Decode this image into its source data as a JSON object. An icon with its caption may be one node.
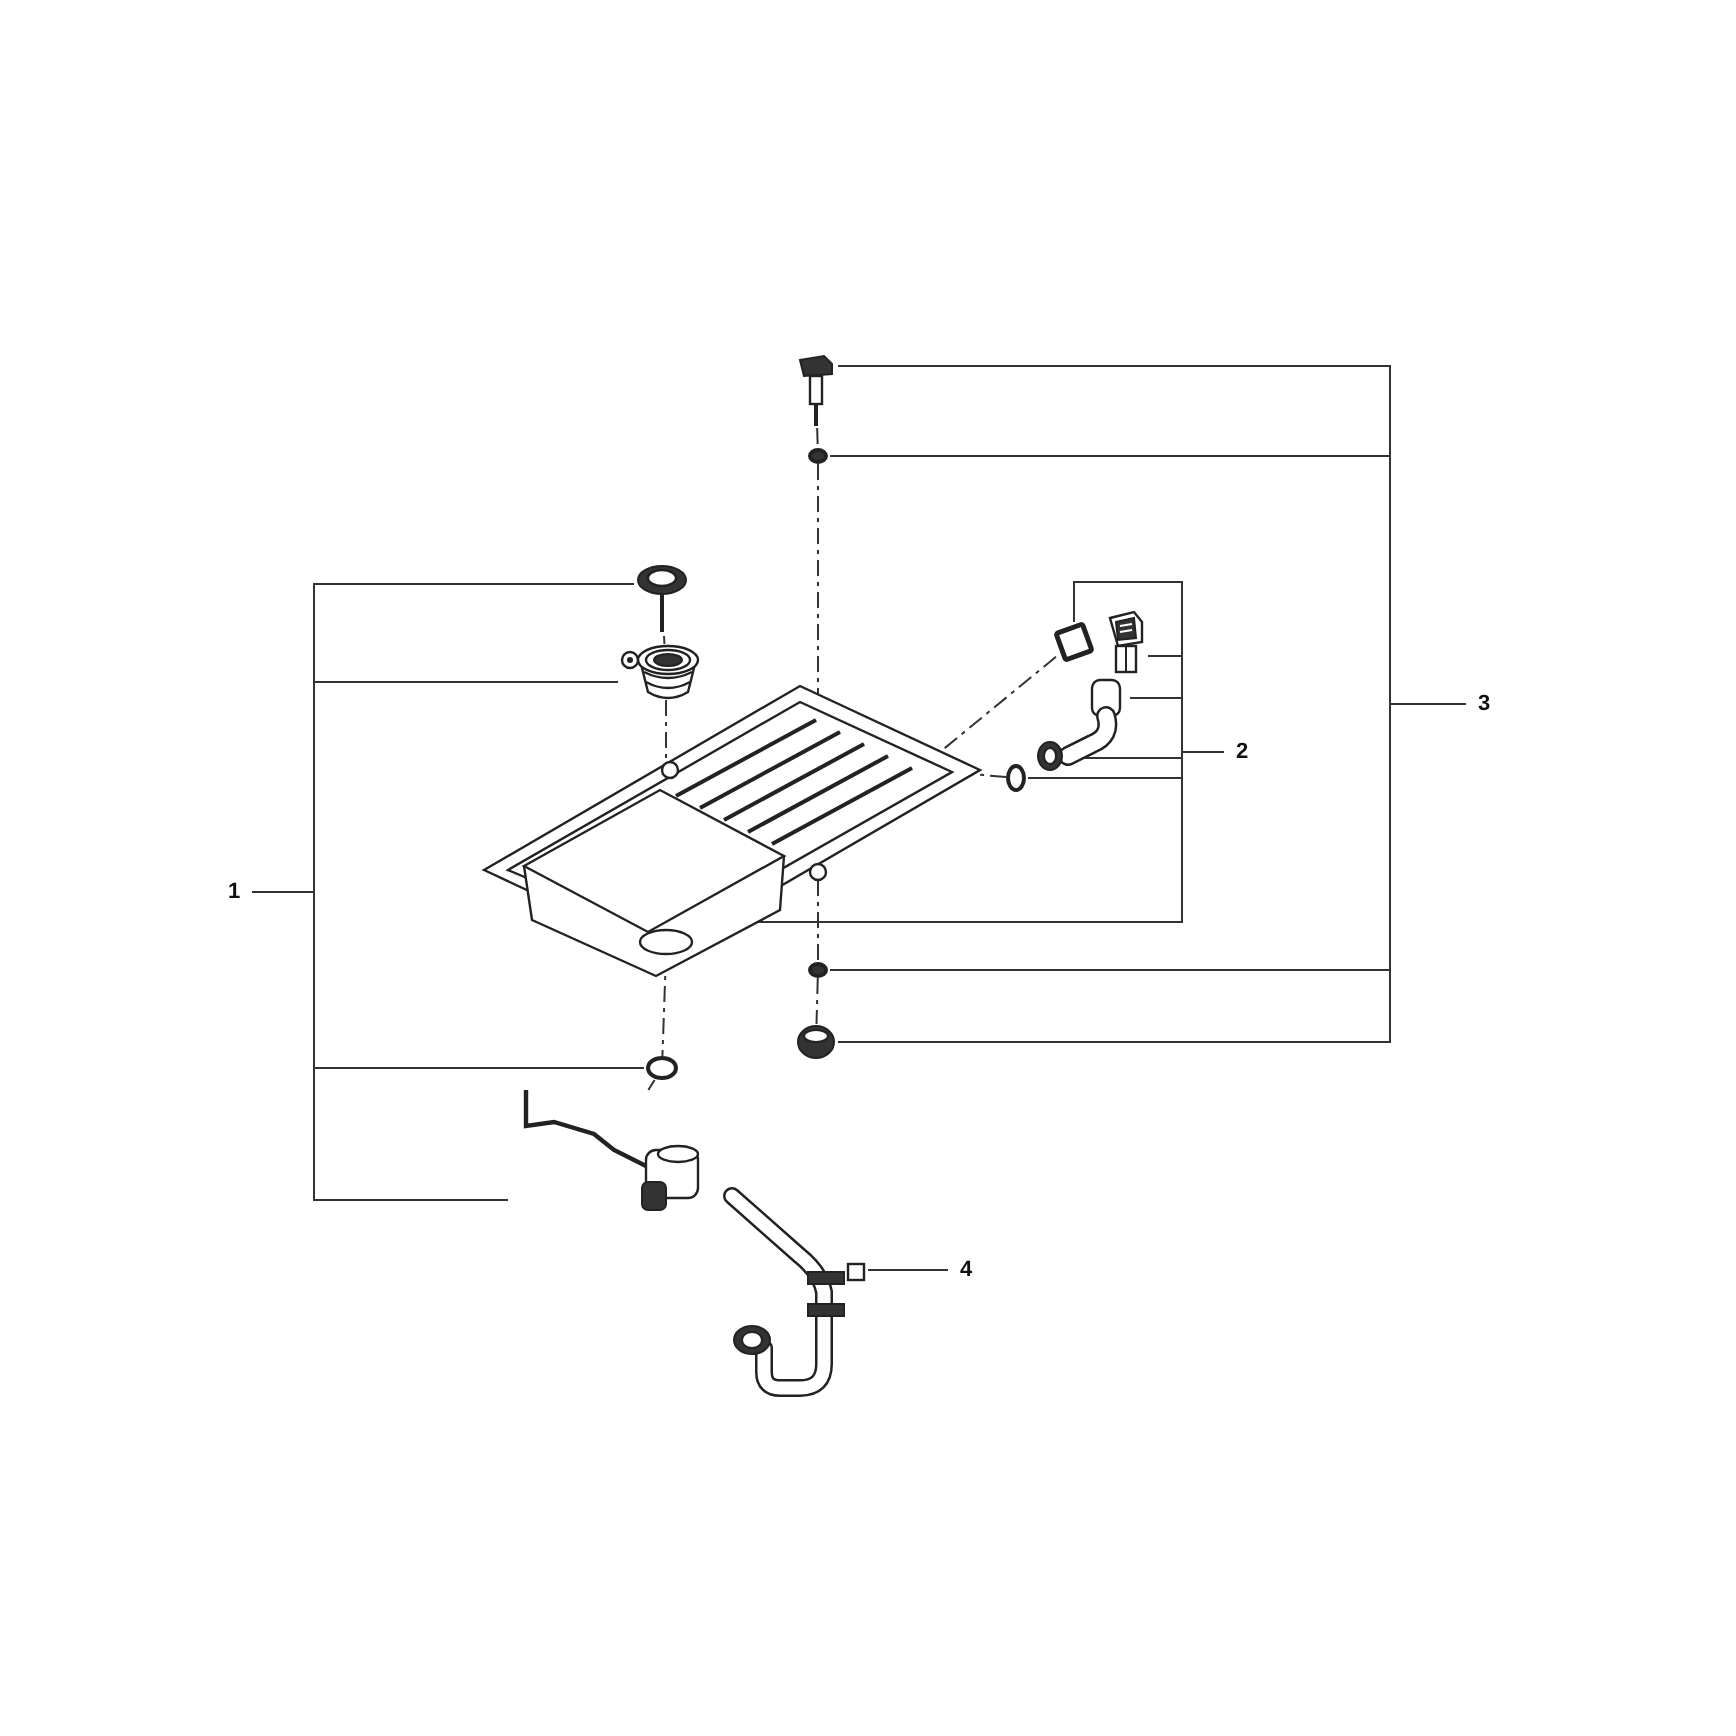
{
  "diagram": {
    "nodes": [
      {
        "text": [
          "1"
        ]
      },
      {
        "text": [
          "2"
        ]
      },
      {
        "text": [
          "3"
        ]
      },
      {
        "text": [
          "4"
        ]
      },
      {
        "text": [],
        "shape": "picture"
      },
      {
        "text": [],
        "shape": "picture"
      },
      {
        "text": [],
        "shape": "picture"
      },
      {
        "text": [],
        "shape": "circle"
      },
      {
        "text": [],
        "shape": "picture"
      },
      {
        "text": [],
        "shape": "picture"
      },
      {
        "text": [],
        "shape": "box"
      },
      {
        "text": [],
        "shape": "picture"
      },
      {
        "text": [],
        "shape": "picture"
      },
      {
        "text": [],
        "shape": "picture"
      },
      {
        "text": [],
        "shape": "circle"
      },
      {
        "text": [],
        "shape": "picture"
      },
      {
        "text": [],
        "shape": "circle"
      },
      {
        "text": [],
        "shape": "circle"
      },
      {
        "text": [],
        "shape": "picture"
      }
    ],
    "edges": [
      {
        "from": 0,
        "to": 4,
        "arrow": "none"
      },
      {
        "from": 0,
        "to": 5,
        "arrow": "none"
      },
      {
        "from": 0,
        "to": 7,
        "arrow": "none"
      },
      {
        "from": 0,
        "to": 8,
        "arrow": "none"
      },
      {
        "from": 1,
        "to": 10,
        "arrow": "none"
      },
      {
        "from": 1,
        "to": 11,
        "arrow": "none"
      },
      {
        "from": 1,
        "to": 12,
        "arrow": "none"
      },
      {
        "from": 1,
        "to": 13,
        "arrow": "none"
      },
      {
        "from": 1,
        "to": 14,
        "arrow": "none"
      },
      {
        "from": 1,
        "to": 6,
        "arrow": "none"
      },
      {
        "from": 2,
        "to": 15,
        "arrow": "none"
      },
      {
        "from": 2,
        "to": 16,
        "arrow": "none"
      },
      {
        "from": 2,
        "to": 17,
        "arrow": "none"
      },
      {
        "from": 2,
        "to": 18,
        "arrow": "none"
      },
      {
        "from": 3,
        "to": 9,
        "arrow": "none"
      },
      {
        "from": 4,
        "to": 5,
        "arrow": "none",
        "style": "dashed"
      },
      {
        "from": 5,
        "to": 6,
        "arrow": "none",
        "style": "dashed"
      },
      {
        "from": 6,
        "to": 7,
        "arrow": "none",
        "style": "dashed"
      },
      {
        "from": 7,
        "to": 8,
        "arrow": "none",
        "style": "dashed"
      },
      {
        "from": 15,
        "to": 16,
        "arrow": "none",
        "style": "dashed"
      },
      {
        "from": 16,
        "to": 6,
        "arrow": "none",
        "style": "dashed"
      },
      {
        "from": 6,
        "to": 17,
        "arrow": "none",
        "style": "dashed"
      },
      {
        "from": 17,
        "to": 18,
        "arrow": "none",
        "style": "dashed"
      },
      {
        "from": 10,
        "to": 6,
        "arrow": "none",
        "style": "dashed"
      },
      {
        "from": 14,
        "to": 6,
        "arrow": "none",
        "style": "dashed"
      }
    ]
  }
}
